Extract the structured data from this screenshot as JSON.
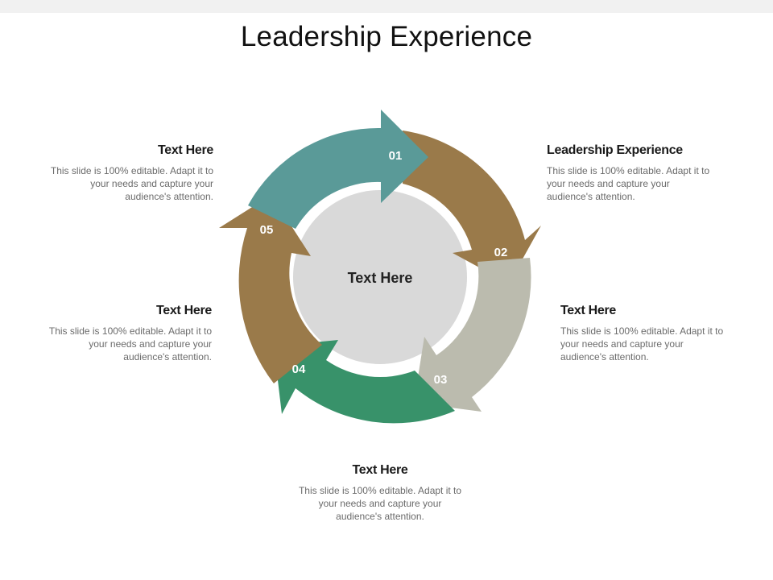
{
  "title": "Leadership Experience",
  "center": {
    "label": "Text Here"
  },
  "colors": {
    "s1": "#5a9a98",
    "s2": "#9a7a4a",
    "s3": "#bbbbae",
    "s4": "#38926a",
    "s5": "#9a7a4a",
    "center": "#d9d9d9"
  },
  "segments": [
    {
      "num": "01"
    },
    {
      "num": "02"
    },
    {
      "num": "03"
    },
    {
      "num": "04"
    },
    {
      "num": "05"
    }
  ],
  "blocks": {
    "b1": {
      "heading": "Leadership Experience",
      "body": "This slide is 100% editable. Adapt it to your needs and capture your audience's attention."
    },
    "b2": {
      "heading": "Text Here",
      "body": "This slide is 100% editable. Adapt it to your needs and capture your audience's attention."
    },
    "b3": {
      "heading": "Text Here",
      "body": "This slide is 100% editable. Adapt it to your needs and capture your audience's attention."
    },
    "b4": {
      "heading": "Text Here",
      "body": "This slide is 100% editable. Adapt it to your needs and capture your audience's attention."
    },
    "b5": {
      "heading": "Text Here",
      "body": "This slide is 100% editable. Adapt it to your needs and capture your audience's attention."
    }
  }
}
